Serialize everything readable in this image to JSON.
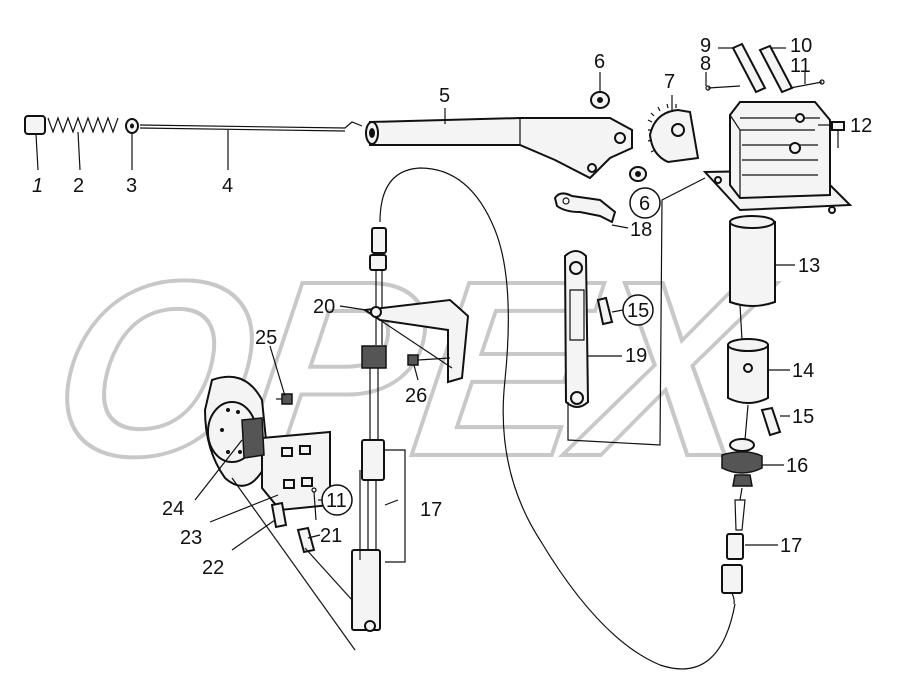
{
  "watermark": {
    "text": "OPEX"
  },
  "callouts": [
    {
      "id": "c1",
      "label": "1"
    },
    {
      "id": "c2",
      "label": "2"
    },
    {
      "id": "c3",
      "label": "3"
    },
    {
      "id": "c4",
      "label": "4"
    },
    {
      "id": "c5",
      "label": "5"
    },
    {
      "id": "c6a",
      "label": "6"
    },
    {
      "id": "c6b",
      "label": "6"
    },
    {
      "id": "c7",
      "label": "7"
    },
    {
      "id": "c8",
      "label": "8"
    },
    {
      "id": "c9",
      "label": "9"
    },
    {
      "id": "c10",
      "label": "10"
    },
    {
      "id": "c11a",
      "label": "11"
    },
    {
      "id": "c11b",
      "label": "11"
    },
    {
      "id": "c12",
      "label": "12"
    },
    {
      "id": "c13",
      "label": "13"
    },
    {
      "id": "c14",
      "label": "14"
    },
    {
      "id": "c15a",
      "label": "15"
    },
    {
      "id": "c15b",
      "label": "15"
    },
    {
      "id": "c16",
      "label": "16"
    },
    {
      "id": "c17a",
      "label": "17"
    },
    {
      "id": "c17b",
      "label": "17"
    },
    {
      "id": "c18",
      "label": "18"
    },
    {
      "id": "c19",
      "label": "19"
    },
    {
      "id": "c20",
      "label": "20"
    },
    {
      "id": "c21",
      "label": "21"
    },
    {
      "id": "c22",
      "label": "22"
    },
    {
      "id": "c23",
      "label": "23"
    },
    {
      "id": "c24",
      "label": "24"
    },
    {
      "id": "c25",
      "label": "25"
    },
    {
      "id": "c26",
      "label": "26"
    }
  ]
}
